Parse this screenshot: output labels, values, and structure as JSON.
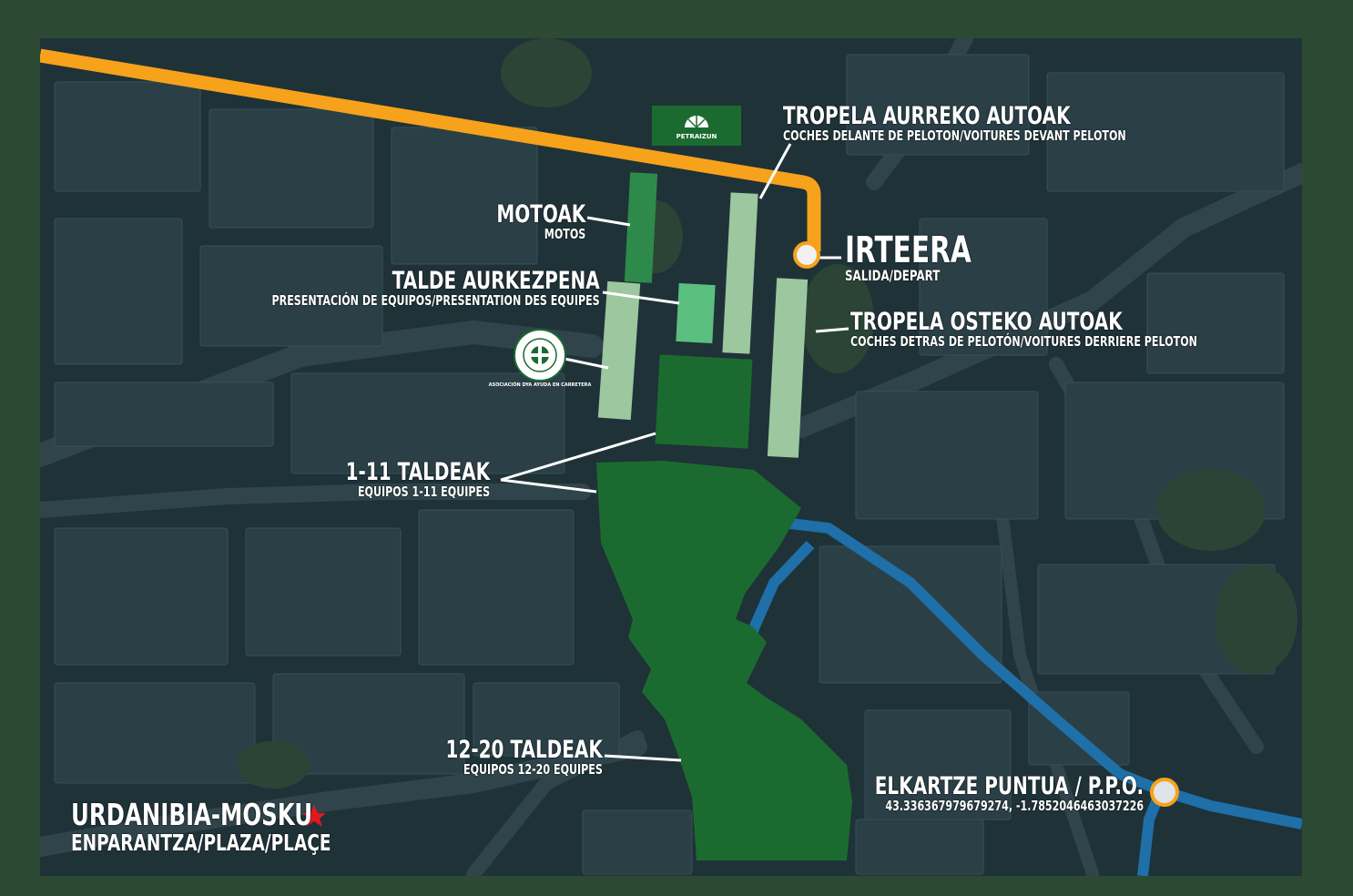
{
  "labels": {
    "tropela_aurreko": {
      "title": "TROPELA AURREKO AUTOAK",
      "subtitle": "COCHES DELANTE DE PELOTON/VOITURES DEVANT PELOTON"
    },
    "irteera": {
      "title": "IRTEERA",
      "subtitle": "SALIDA/DEPART"
    },
    "motoak": {
      "title": "MOTOAK",
      "subtitle": "MOTOS"
    },
    "talde_aurkezpena": {
      "title": "TALDE AURKEZPENA",
      "subtitle": "PRESENTACIÓN DE EQUIPOS/PRESENTATION DES EQUIPES"
    },
    "tropela_osteko": {
      "title": "TROPELA OSTEKO AUTOAK",
      "subtitle": "COCHES DETRAS DE PELOTÓN/VOITURES DERRIERE PELOTON"
    },
    "taldeak_1_11": {
      "title": "1-11 TALDEAK",
      "subtitle": "EQUIPOS 1-11 EQUIPES"
    },
    "taldeak_12_20": {
      "title": "12-20 TALDEAK",
      "subtitle": "EQUIPOS 12-20 EQUIPES"
    },
    "elkartze_puntua": {
      "title": "ELKARTZE PUNTUA / P.P.O.",
      "coordinates": "43.336367979679274, -1.7852046463037226"
    },
    "plaza": {
      "title": "URDANIBIA-MOSKU",
      "subtitle": "ENPARANTZA/PLAZA/PLAÇE"
    }
  },
  "logos": {
    "sponsor_banner_text": "PETRAIZUN",
    "association_badge_text": "ASOCIACIÓN DYA AYUDA EN CARRETERA"
  },
  "colors": {
    "frame": "#2c4a33",
    "map_base": "#1f3238",
    "route_orange": "#f7a21b",
    "route_blue": "#1f6fa8",
    "zone_dark_green": "#1b6b30",
    "zone_mid_green": "#2e8a4a",
    "zone_light_green": "#9cc79f",
    "presentation_green": "#5bbf7f",
    "marker_fill": "#f1f1f1",
    "marker_ring": "#f7a21b",
    "star": "#e0191f"
  },
  "icons": {
    "start_marker": "start-circle-icon",
    "meeting_point_marker": "meeting-circle-icon",
    "plaza_marker": "star-icon"
  }
}
